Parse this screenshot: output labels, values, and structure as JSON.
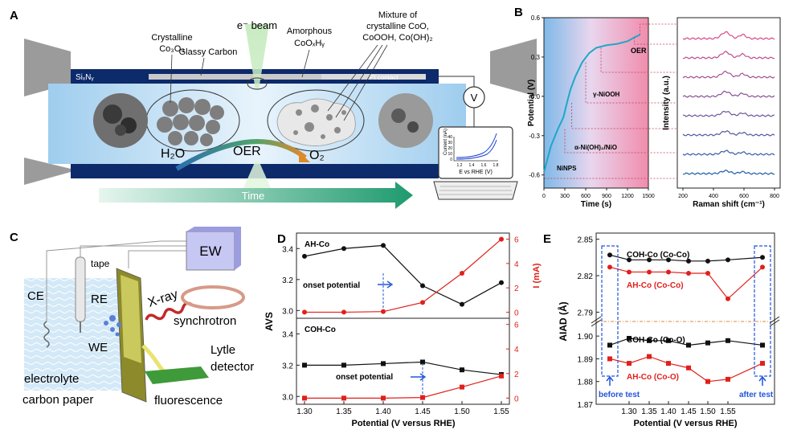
{
  "colors": {
    "navy": "#0d2a6b",
    "panel_blue": "#cfe6f7",
    "time_green": "#1e9a6e",
    "black_series": "#111111",
    "red_series": "#e0201b",
    "blue_dash": "#2255dd",
    "orange_dash": "#e08a3c",
    "raman_top": "#d9498a",
    "raman_bottom": "#1f5fa8"
  },
  "panel_a": {
    "letter": "A",
    "ebeam": "e⁻ beam",
    "amorphous_1": "Amorphous",
    "amorphous_2": "CoOₓHᵧ",
    "mixture_1": "Mixture of",
    "mixture_2": "crystalline CoO,",
    "mixture_3": "CoOOH, Co(OH)₂",
    "crystalline_1": "Crystalline",
    "crystalline_2": "Co₃O₄",
    "glassy_carbon": "Glassy Carbon",
    "sinx": "SiₓNᵧ",
    "pt_contact": "Pt contact",
    "voltmeter": "V",
    "h2o": "H₂O",
    "oer": "OER",
    "o2": "O₂",
    "time": "Time",
    "inset_ylabel": "Current (nA)",
    "inset_xlabel": "E vs RHE (V)",
    "inset_yticks": [
      "40",
      "30",
      "20",
      "10",
      "0"
    ],
    "inset_xticks": [
      "1.2",
      "1.4",
      "1.6",
      "1.8"
    ]
  },
  "panel_b": {
    "letter": "B",
    "ylabel": "Potential (V)",
    "xlabel": "Time (s)",
    "yticks": [
      "0.6",
      "0.3",
      "0.0",
      "-0.3",
      "-0.6"
    ],
    "xticks": [
      "0",
      "300",
      "600",
      "900",
      "1200",
      "1500"
    ],
    "labels": {
      "oer": "OER",
      "ni_oooh": "γ-NiOOH",
      "ni_oh": "α-Ni(OH)₂/NiO",
      "nips": "NiNPS"
    },
    "raman_ylabel": "Intensity (a.u.)",
    "raman_xlabel": "Raman shift (cm⁻¹)",
    "raman_xticks": [
      "200",
      "400",
      "600",
      "800"
    ]
  },
  "panel_c": {
    "letter": "C",
    "ew": "EW",
    "tape": "tape",
    "ce": "CE",
    "re": "RE",
    "we": "WE",
    "xray": "X-ray",
    "synchrotron": "synchrotron",
    "electrolyte": "electrolyte",
    "lytle_1": "Lytle",
    "lytle_2": "detector",
    "carbon_paper": "carbon paper",
    "fluorescence": "fluorescence"
  },
  "panel_d": {
    "letter": "D",
    "ylabel_left": "AVS",
    "ylabel_right": "I (mA)",
    "xlabel": "Potential (V versus RHE)",
    "xticks": [
      "1.30",
      "1.35",
      "1.40",
      "1.45",
      "1.50",
      "1.55"
    ],
    "top_title": "AH-Co",
    "bottom_title": "COH-Co",
    "onset": "onset potential",
    "left_ticks": [
      "3.4",
      "3.2",
      "3.0"
    ],
    "right_ticks": [
      "6",
      "4",
      "2",
      "0"
    ]
  },
  "panel_e": {
    "letter": "E",
    "ylabel": "AIAD (Å)",
    "xlabel": "Potential (V versus RHE)",
    "xticks": [
      "1.30",
      "1.35",
      "1.40",
      "1.45",
      "1.50",
      "1.55"
    ],
    "top_ticks": [
      "2.85",
      "2.82",
      "2.79"
    ],
    "bottom_ticks": [
      "1.90",
      "1.89",
      "1.88",
      "1.87"
    ],
    "coh_coco": "COH-Co (Co-Co)",
    "ah_coco": "AH-Co (Co-Co)",
    "coh_coo": "COH-Co (Co-O)",
    "ah_coo": "AH-Co (Co-O)",
    "before": "before test",
    "after": "after test"
  },
  "chart_data": [
    {
      "panel": "B-left",
      "type": "line",
      "xlabel": "Time (s)",
      "ylabel": "Potential (V)",
      "xlim": [
        0,
        1500
      ],
      "ylim": [
        -0.7,
        0.6
      ],
      "x": [
        0,
        50,
        100,
        200,
        280,
        330,
        380,
        450,
        550,
        650,
        750,
        900,
        1050,
        1200,
        1300,
        1380
      ],
      "y": [
        -0.58,
        -0.48,
        -0.38,
        -0.25,
        -0.16,
        -0.05,
        0.05,
        0.15,
        0.26,
        0.33,
        0.37,
        0.39,
        0.4,
        0.42,
        0.45,
        0.47
      ]
    },
    {
      "panel": "D-top",
      "type": "line",
      "title": "AH-Co",
      "categories": [
        "1.30",
        "1.35",
        "1.40",
        "1.45",
        "1.50",
        "1.55"
      ],
      "series": [
        {
          "name": "AVS",
          "axis": "left",
          "values": [
            3.35,
            3.4,
            3.42,
            3.16,
            3.04,
            3.18
          ]
        },
        {
          "name": "I (mA)",
          "axis": "right",
          "values": [
            0.0,
            0.0,
            0.05,
            0.8,
            3.2,
            6.0
          ]
        }
      ],
      "ylim_left": [
        2.95,
        3.5
      ],
      "ylim_right": [
        -0.5,
        6.5
      ]
    },
    {
      "panel": "D-bottom",
      "type": "line",
      "title": "COH-Co",
      "categories": [
        "1.30",
        "1.35",
        "1.40",
        "1.45",
        "1.50",
        "1.55"
      ],
      "series": [
        {
          "name": "AVS",
          "axis": "left",
          "values": [
            3.2,
            3.2,
            3.21,
            3.22,
            3.17,
            3.14
          ]
        },
        {
          "name": "I (mA)",
          "axis": "right",
          "values": [
            0.0,
            0.0,
            0.0,
            0.05,
            0.9,
            1.8
          ]
        }
      ],
      "ylim_left": [
        2.95,
        3.5
      ],
      "ylim_right": [
        -0.5,
        6.5
      ]
    },
    {
      "panel": "E-top",
      "type": "line",
      "categories": [
        "before test",
        "1.30",
        "1.35",
        "1.40",
        "1.45",
        "1.50",
        "1.55",
        "after test"
      ],
      "series": [
        {
          "name": "COH-Co (Co-Co)",
          "values": [
            2.837,
            2.833,
            2.833,
            2.833,
            2.832,
            2.832,
            2.833,
            2.835
          ]
        },
        {
          "name": "AH-Co (Co-Co)",
          "values": [
            2.827,
            2.823,
            2.823,
            2.823,
            2.822,
            2.822,
            2.801,
            2.827
          ]
        }
      ],
      "ylim": [
        2.785,
        2.855
      ]
    },
    {
      "panel": "E-bottom",
      "type": "line",
      "categories": [
        "before test",
        "1.30",
        "1.35",
        "1.40",
        "1.45",
        "1.50",
        "1.55",
        "after test"
      ],
      "series": [
        {
          "name": "COH-Co (Co-O)",
          "values": [
            1.896,
            1.899,
            1.898,
            1.898,
            1.896,
            1.897,
            1.898,
            1.896
          ]
        },
        {
          "name": "AH-Co (Co-O)",
          "values": [
            1.89,
            1.888,
            1.891,
            1.888,
            1.886,
            1.88,
            1.881,
            1.888
          ]
        }
      ],
      "ylim": [
        1.87,
        1.905
      ]
    }
  ]
}
